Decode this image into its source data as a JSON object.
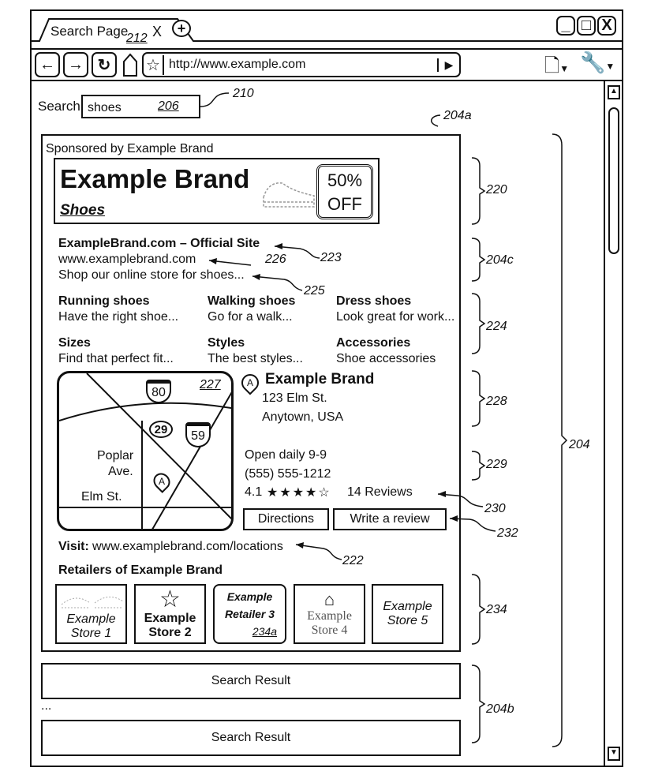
{
  "browser": {
    "tab_title": "Search Page",
    "tab_ref": "212",
    "tab_close": "X",
    "new_tab": "+",
    "url": "http://www.example.com",
    "window_controls": {
      "minimize": "_",
      "maximize": "□",
      "close": "X"
    }
  },
  "search": {
    "label": "Search",
    "value": "shoes",
    "ref": "206",
    "box_ref": "210"
  },
  "ad": {
    "ref": "204a",
    "sponsored": "Sponsored by Example Brand",
    "banner": {
      "brand": "Example Brand",
      "product": "Shoes",
      "discount_line1": "50%",
      "discount_line2": "OFF",
      "ref": "220"
    },
    "headline": "ExampleBrand.com – Official Site",
    "headline_ref": "223",
    "display_url": "www.examplebrand.com",
    "url_ref": "226",
    "description": "Shop our online store for shoes...",
    "desc_ref": "225",
    "text_ref": "204c",
    "sitelinks": [
      {
        "title": "Running shoes",
        "desc": "Have the right shoe..."
      },
      {
        "title": "Walking shoes",
        "desc": "Go for a walk..."
      },
      {
        "title": "Dress shoes",
        "desc": "Look great for work..."
      },
      {
        "title": "Sizes",
        "desc": "Find that perfect fit..."
      },
      {
        "title": "Styles",
        "desc": "The best styles..."
      },
      {
        "title": "Accessories",
        "desc": "Shoe accessories"
      }
    ],
    "sitelinks_ref": "224",
    "map": {
      "ref": "227",
      "shield_80": "80",
      "shield_29": "29",
      "shield_59": "59",
      "street1_a": "Poplar",
      "street1_b": "Ave.",
      "street2": "Elm St.",
      "pin": "A"
    },
    "location": {
      "pin": "A",
      "name": "Example Brand",
      "address1": "123 Elm St.",
      "address2": "Anytown, USA",
      "ref": "228"
    },
    "hours": "Open daily 9-9",
    "phone": "(555) 555-1212",
    "hours_ref": "229",
    "rating": {
      "score": "4.1",
      "stars": "★★★★☆",
      "stars_value": 4,
      "stars_max": 5,
      "reviews": "14 Reviews",
      "ref": "230"
    },
    "buttons": {
      "directions": "Directions",
      "review": "Write a review",
      "ref": "232"
    },
    "visit": {
      "label": "Visit:",
      "url": "www.examplebrand.com/locations",
      "ref": "222"
    },
    "retailers": {
      "title": "Retailers of Example Brand",
      "ref": "234",
      "items": [
        {
          "l1": "Example",
          "l2": "Store 1"
        },
        {
          "l1": "Example",
          "l2": "Store 2"
        },
        {
          "l1": "Example",
          "l2": "Retailer 3",
          "ref": "234a"
        },
        {
          "l1": "Example",
          "l2": "Store 4"
        },
        {
          "l1": "Example",
          "l2": "Store 5"
        }
      ]
    }
  },
  "results": {
    "items": [
      "Search Result",
      "Search Result"
    ],
    "ellipsis": "...",
    "ref": "204b",
    "page_ref": "204"
  }
}
